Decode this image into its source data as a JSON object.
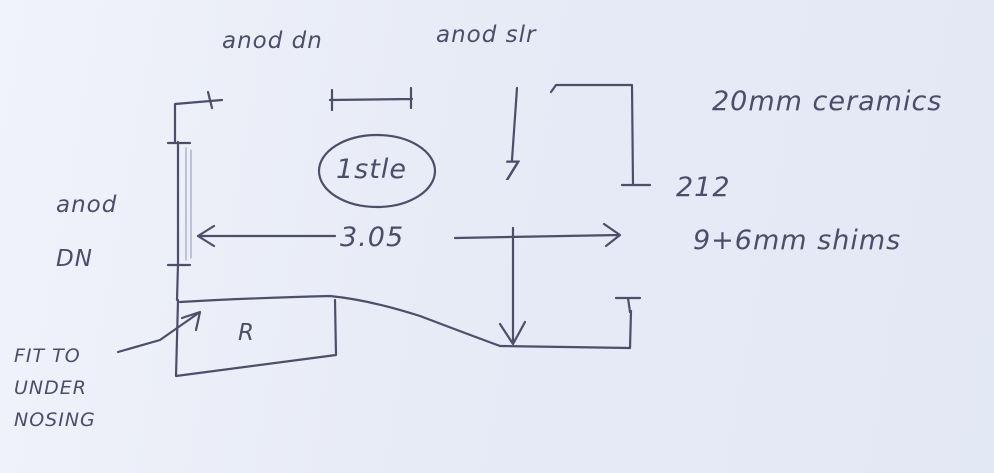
{
  "labels": {
    "anod_dn_top": "anod dn",
    "anod_slr": "anod slr",
    "anod_dn_left": "anod DN",
    "ceramic": "20mm ceramics",
    "count_212": "212",
    "shims": "9+6mm shims",
    "circled_note": "1stle",
    "dimension": "3.05",
    "r_panel": "R",
    "fit_note": "FIT TO UNDER NOSING",
    "small_num": "7"
  }
}
